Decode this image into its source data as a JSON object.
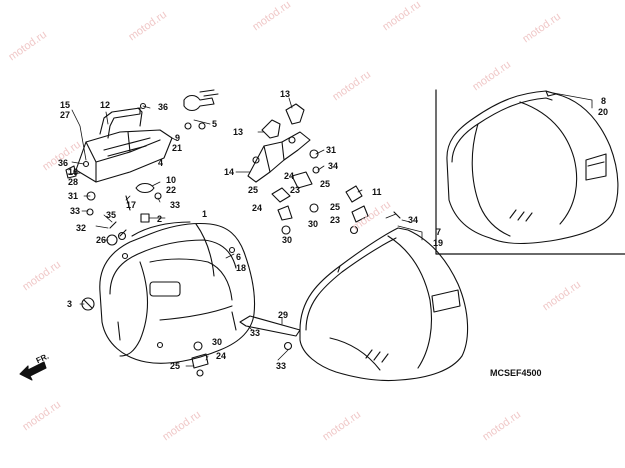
{
  "watermark": "motod.ru",
  "diagram_code": "MCSEF4500",
  "direction_label": "FR.",
  "callouts": [
    "1",
    "2",
    "3",
    "4",
    "5",
    "6",
    "7",
    "8",
    "9",
    "10",
    "11",
    "12",
    "13",
    "14",
    "15",
    "16",
    "17",
    "18",
    "19",
    "20",
    "21",
    "22",
    "23",
    "24",
    "25",
    "26",
    "27",
    "28",
    "29",
    "30",
    "31",
    "32",
    "33",
    "34",
    "35",
    "36"
  ],
  "labels": {
    "l15": "15",
    "l27": "27",
    "l12": "12",
    "l36a": "36",
    "l5": "5",
    "l9": "9",
    "l21": "21",
    "l36b": "36",
    "l4": "4",
    "l16": "16",
    "l28": "28",
    "l10": "10",
    "l22": "22",
    "l31a": "31",
    "l17": "17",
    "l33a": "33",
    "l33b": "33",
    "l32": "32",
    "l35": "35",
    "l2": "2",
    "l26": "26",
    "l6": "6",
    "l18": "18",
    "l3": "3",
    "l30a": "30",
    "l24a": "24",
    "l25a": "25",
    "l13a": "13",
    "l13b": "13",
    "l14": "14",
    "l31b": "31",
    "l34a": "34",
    "l25b": "25",
    "l24b": "24",
    "l23a": "23",
    "l25c": "25",
    "l24c": "24",
    "l30b": "30",
    "l30c": "30",
    "l11": "11",
    "l25d": "25",
    "l23b": "23",
    "l34b": "34",
    "l7": "7",
    "l19": "19",
    "l8": "8",
    "l20": "20",
    "l29": "29",
    "l33c": "33",
    "l33d": "33",
    "l1": "1"
  }
}
